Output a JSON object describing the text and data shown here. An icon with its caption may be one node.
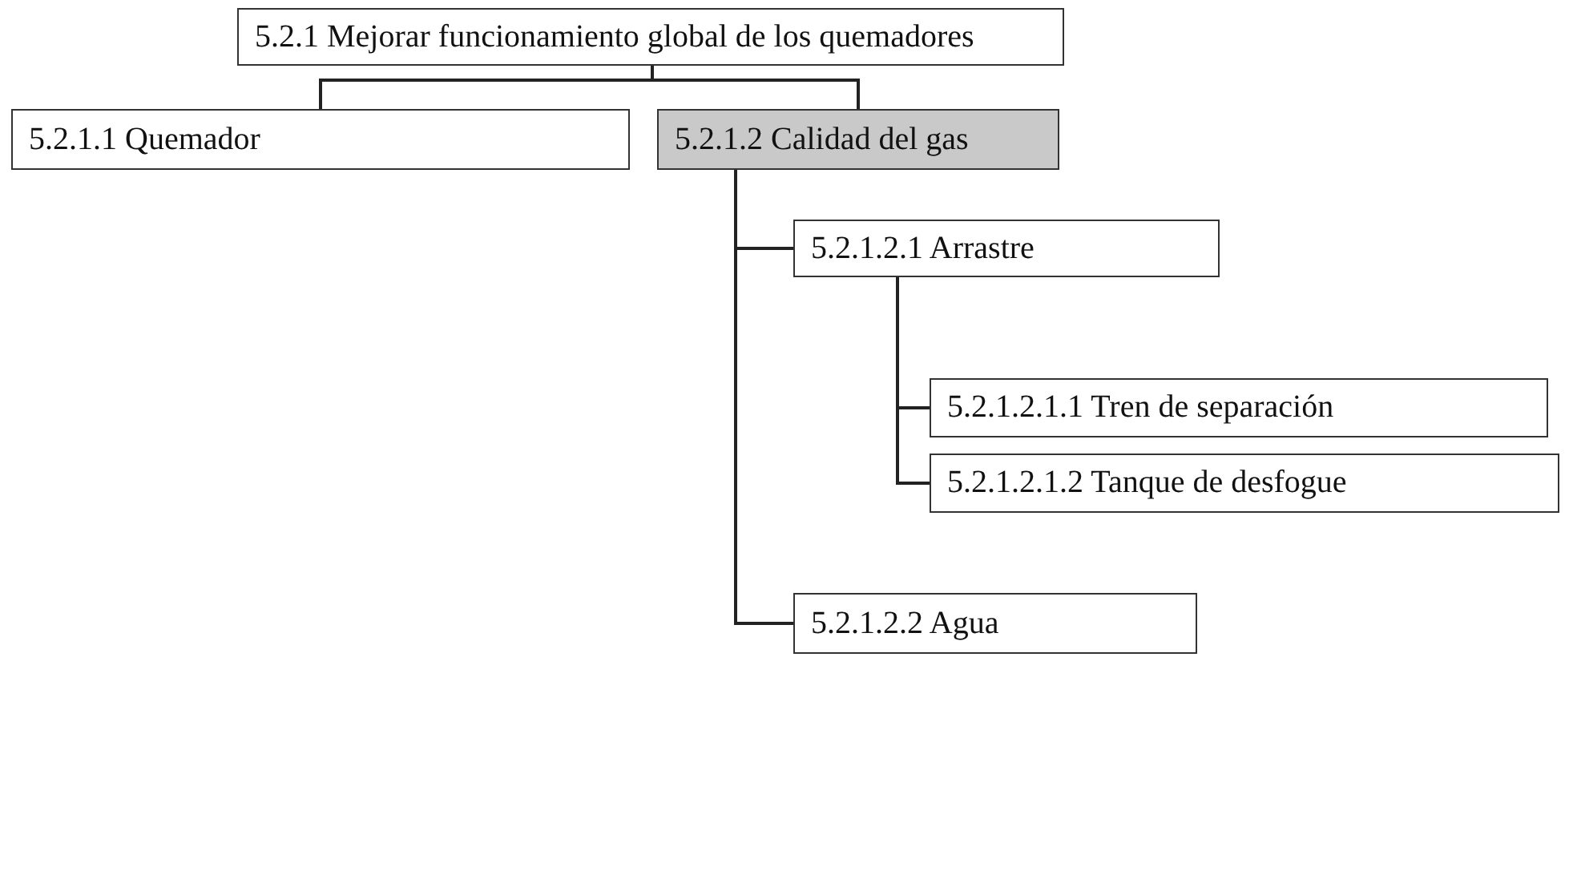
{
  "diagram": {
    "nodes": [
      {
        "text": [
          "5.2.1 Mejorar funcionamiento global de los quemadores"
        ]
      },
      {
        "text": [
          "5.2.1.1 Quemador"
        ]
      },
      {
        "text": [
          "5.2.1.2 Calidad del gas"
        ]
      },
      {
        "text": [
          "5.2.1.2.1 Arrastre"
        ]
      },
      {
        "text": [
          "5.2.1.2.1.1 Tren de separación"
        ]
      },
      {
        "text": [
          "5.2.1.2.1.2 Tanque de desfogue"
        ]
      },
      {
        "text": [
          "5.2.1.2.2 Agua"
        ]
      }
    ],
    "edges": [
      {
        "from": 0,
        "to": 1,
        "arrow": "none"
      },
      {
        "from": 0,
        "to": 2,
        "arrow": "none"
      },
      {
        "from": 2,
        "to": 3,
        "arrow": "none"
      },
      {
        "from": 2,
        "to": 6,
        "arrow": "none"
      },
      {
        "from": 3,
        "to": 4,
        "arrow": "none"
      },
      {
        "from": 3,
        "to": 5,
        "arrow": "none"
      }
    ]
  }
}
